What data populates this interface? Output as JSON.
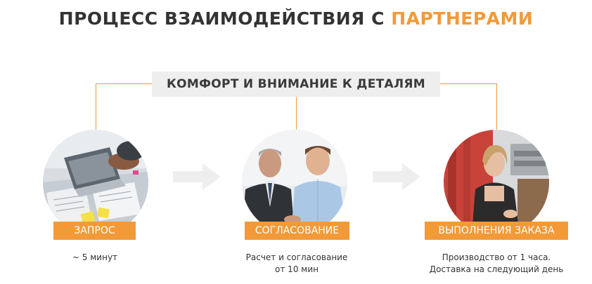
{
  "title": {
    "part1": "ПРОЦЕСС ВЗАИМОДЕЙСТВИЯ С ",
    "accent": "ПАРТНЕРАМИ"
  },
  "banner": {
    "text": "КОМФОРТ И ВНИМАНИЕ К ДЕТАЛЯМ"
  },
  "colors": {
    "accent": "#f29a38",
    "text": "#333333",
    "banner_bg": "#eeeeee",
    "arrow": "#eeeeee"
  },
  "steps": [
    {
      "label": "ЗАПРОС",
      "desc_lines": [
        "~ 5 минут"
      ],
      "photo": "office-desk-laptop-photo"
    },
    {
      "label": "СОГЛАСОВАНИЕ",
      "desc_lines": [
        "Расчет и согласование",
        "от 10 мин"
      ],
      "photo": "business-meeting-photo"
    },
    {
      "label": "ВЫПОЛНЕНИЯ ЗАКАЗА",
      "desc_lines": [
        "Производство от 1 часа.",
        "Доставка на следующий день"
      ],
      "photo": "production-worker-photo"
    }
  ]
}
